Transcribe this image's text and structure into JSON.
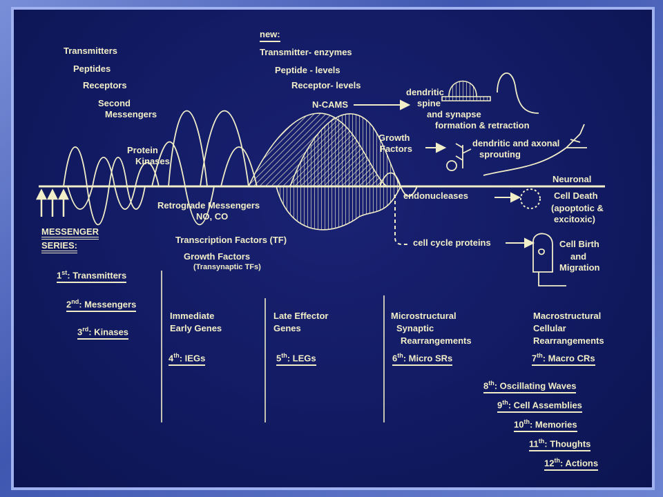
{
  "colors": {
    "background": "#111a60",
    "ink": "#f2eec8",
    "frame": "#9fb1ee"
  },
  "top_left": {
    "transmitters": "Transmitters",
    "peptides": "Peptides",
    "receptors": "Receptors",
    "second": "Second",
    "messengers": "Messengers",
    "protein": "Protein",
    "kinases": "Kinases"
  },
  "top_new": {
    "new": "new:",
    "transmitter_enzymes": "Transmitter- enzymes",
    "peptide_levels": "Peptide - levels",
    "receptor_levels": "Receptor- levels",
    "ncams": "N-CAMS"
  },
  "right_events": {
    "dendritic": "dendritic",
    "spine": "spine",
    "and_synapse": "and synapse",
    "formation": "formation  &  retraction",
    "growth": "Growth",
    "factors": "Factors",
    "dendritic_axonal": "dendritic and axonal",
    "sprouting": "sprouting",
    "neuronal": "Neuronal",
    "endonucleases": "endonucleases",
    "cell_death": "Cell Death",
    "apoptotic": "(apoptotic &",
    "excitoxic": "excitoxic)",
    "cell_cycle": "cell cycle proteins",
    "cell_birth": "Cell Birth",
    "and": "and",
    "migration": "Migration"
  },
  "middle": {
    "retrograde": "Retrograde Messengers",
    "no_co": "NO, CO",
    "tf": "Transcription Factors (TF)",
    "growth_factors": "Growth Factors",
    "transynaptic": "(Transynaptic TFs)"
  },
  "messenger_series": {
    "line1": "MESSENGER",
    "line2": "SERIES:"
  },
  "levels": [
    {
      "ord": "1",
      "sup": "st",
      "label": ": Transmitters"
    },
    {
      "ord": "2",
      "sup": "nd",
      "label": ": Messengers"
    },
    {
      "ord": "3",
      "sup": "rd",
      "label": ": Kinases"
    },
    {
      "ord": "4",
      "sup": "th",
      "label": ": IEGs"
    },
    {
      "ord": "5",
      "sup": "th",
      "label": ": LEGs"
    },
    {
      "ord": "6",
      "sup": "th",
      "label": ": Micro SRs"
    },
    {
      "ord": "7",
      "sup": "th",
      "label": ": Macro CRs"
    },
    {
      "ord": "8",
      "sup": "th",
      "label": ": Oscillating Waves"
    },
    {
      "ord": "9",
      "sup": "th",
      "label": ": Cell Assemblies"
    },
    {
      "ord": "10",
      "sup": "th",
      "label": ": Memories"
    },
    {
      "ord": "11",
      "sup": "th",
      "label": ": Thoughts"
    },
    {
      "ord": "12",
      "sup": "th",
      "label": ": Actions"
    }
  ],
  "columns": {
    "immediate1": "Immediate",
    "immediate2": "Early Genes",
    "late1": "Late  Effector",
    "late2": "Genes",
    "micro1": "Microstructural",
    "micro2": "Synaptic",
    "micro3": "Rearrangements",
    "macro1": "Macrostructural",
    "macro2": "Cellular",
    "macro3": "Rearrangements"
  }
}
